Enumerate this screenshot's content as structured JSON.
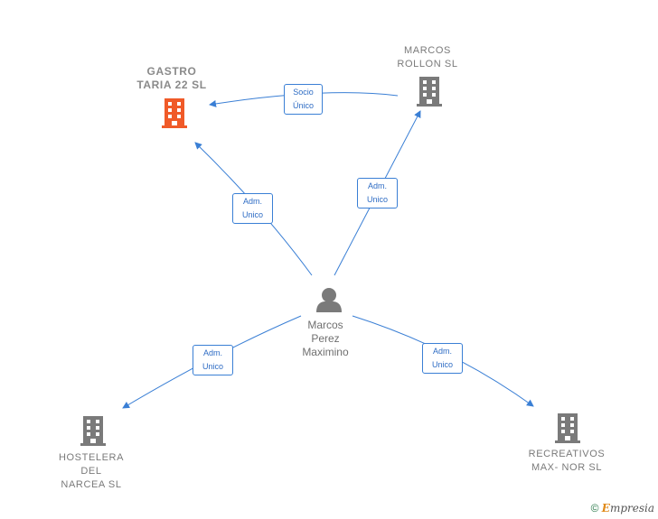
{
  "colors": {
    "edge": "#3a7fd5",
    "company_icon": "#7a7a7a",
    "main_company_icon": "#f05a28",
    "person_icon": "#7a7a7a"
  },
  "nodes": {
    "gastro": {
      "label": "GASTRO\nTARIA 22  SL",
      "icon": "building-icon"
    },
    "marcos_rollon": {
      "label": "MARCOS\nROLLON  SL",
      "icon": "building-icon"
    },
    "person": {
      "label": "Marcos\nPerez\nMaximino",
      "icon": "person-icon"
    },
    "hostelera": {
      "label": "HOSTELERA\nDEL\nNARCEA SL",
      "icon": "building-icon"
    },
    "recreativos": {
      "label": "RECREATIVOS\nMAX- NOR  SL",
      "icon": "building-icon"
    }
  },
  "edges": {
    "socio_unico": "Socio\nÚnico",
    "adm_gastro": "Adm.\nUnico",
    "adm_rollon": "Adm.\nUnico",
    "adm_hostelera": "Adm.\nUnico",
    "adm_recreativos": "Adm.\nUnico"
  },
  "footer": {
    "copyright": "©",
    "brand_e": "E",
    "brand_rest": "mpresia"
  }
}
